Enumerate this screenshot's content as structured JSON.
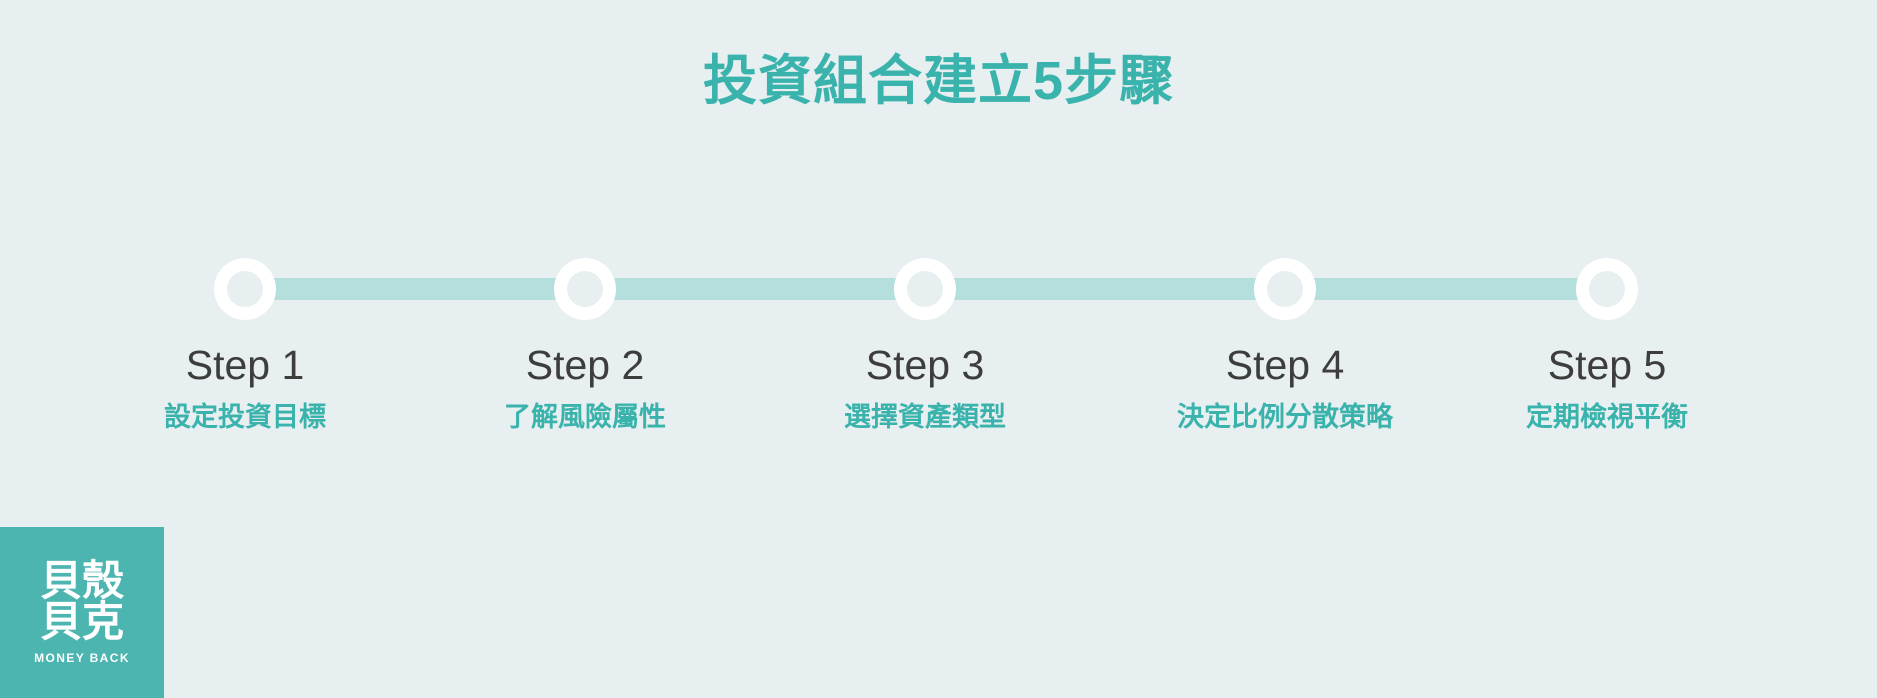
{
  "page": {
    "title": "投資組合建立5步驟",
    "background_color": "#e8eff0",
    "accent_color": "#3bb3ad",
    "track_color": "#b4dfdd",
    "marker_color": "#ffffff",
    "step_label_color": "#3d3d3d"
  },
  "timeline": {
    "steps": [
      {
        "label": "Step 1",
        "description": "設定投資目標"
      },
      {
        "label": "Step 2",
        "description": "了解風險屬性"
      },
      {
        "label": "Step 3",
        "description": "選擇資產類型"
      },
      {
        "label": "Step 4",
        "description": "決定比例分散策略"
      },
      {
        "label": "Step 5",
        "description": "定期檢視平衡"
      }
    ]
  },
  "logo": {
    "cjk": "貝殼貝克",
    "english": "MONEY BACK",
    "background_color": "#4cb5b0",
    "text_color": "#ffffff"
  }
}
